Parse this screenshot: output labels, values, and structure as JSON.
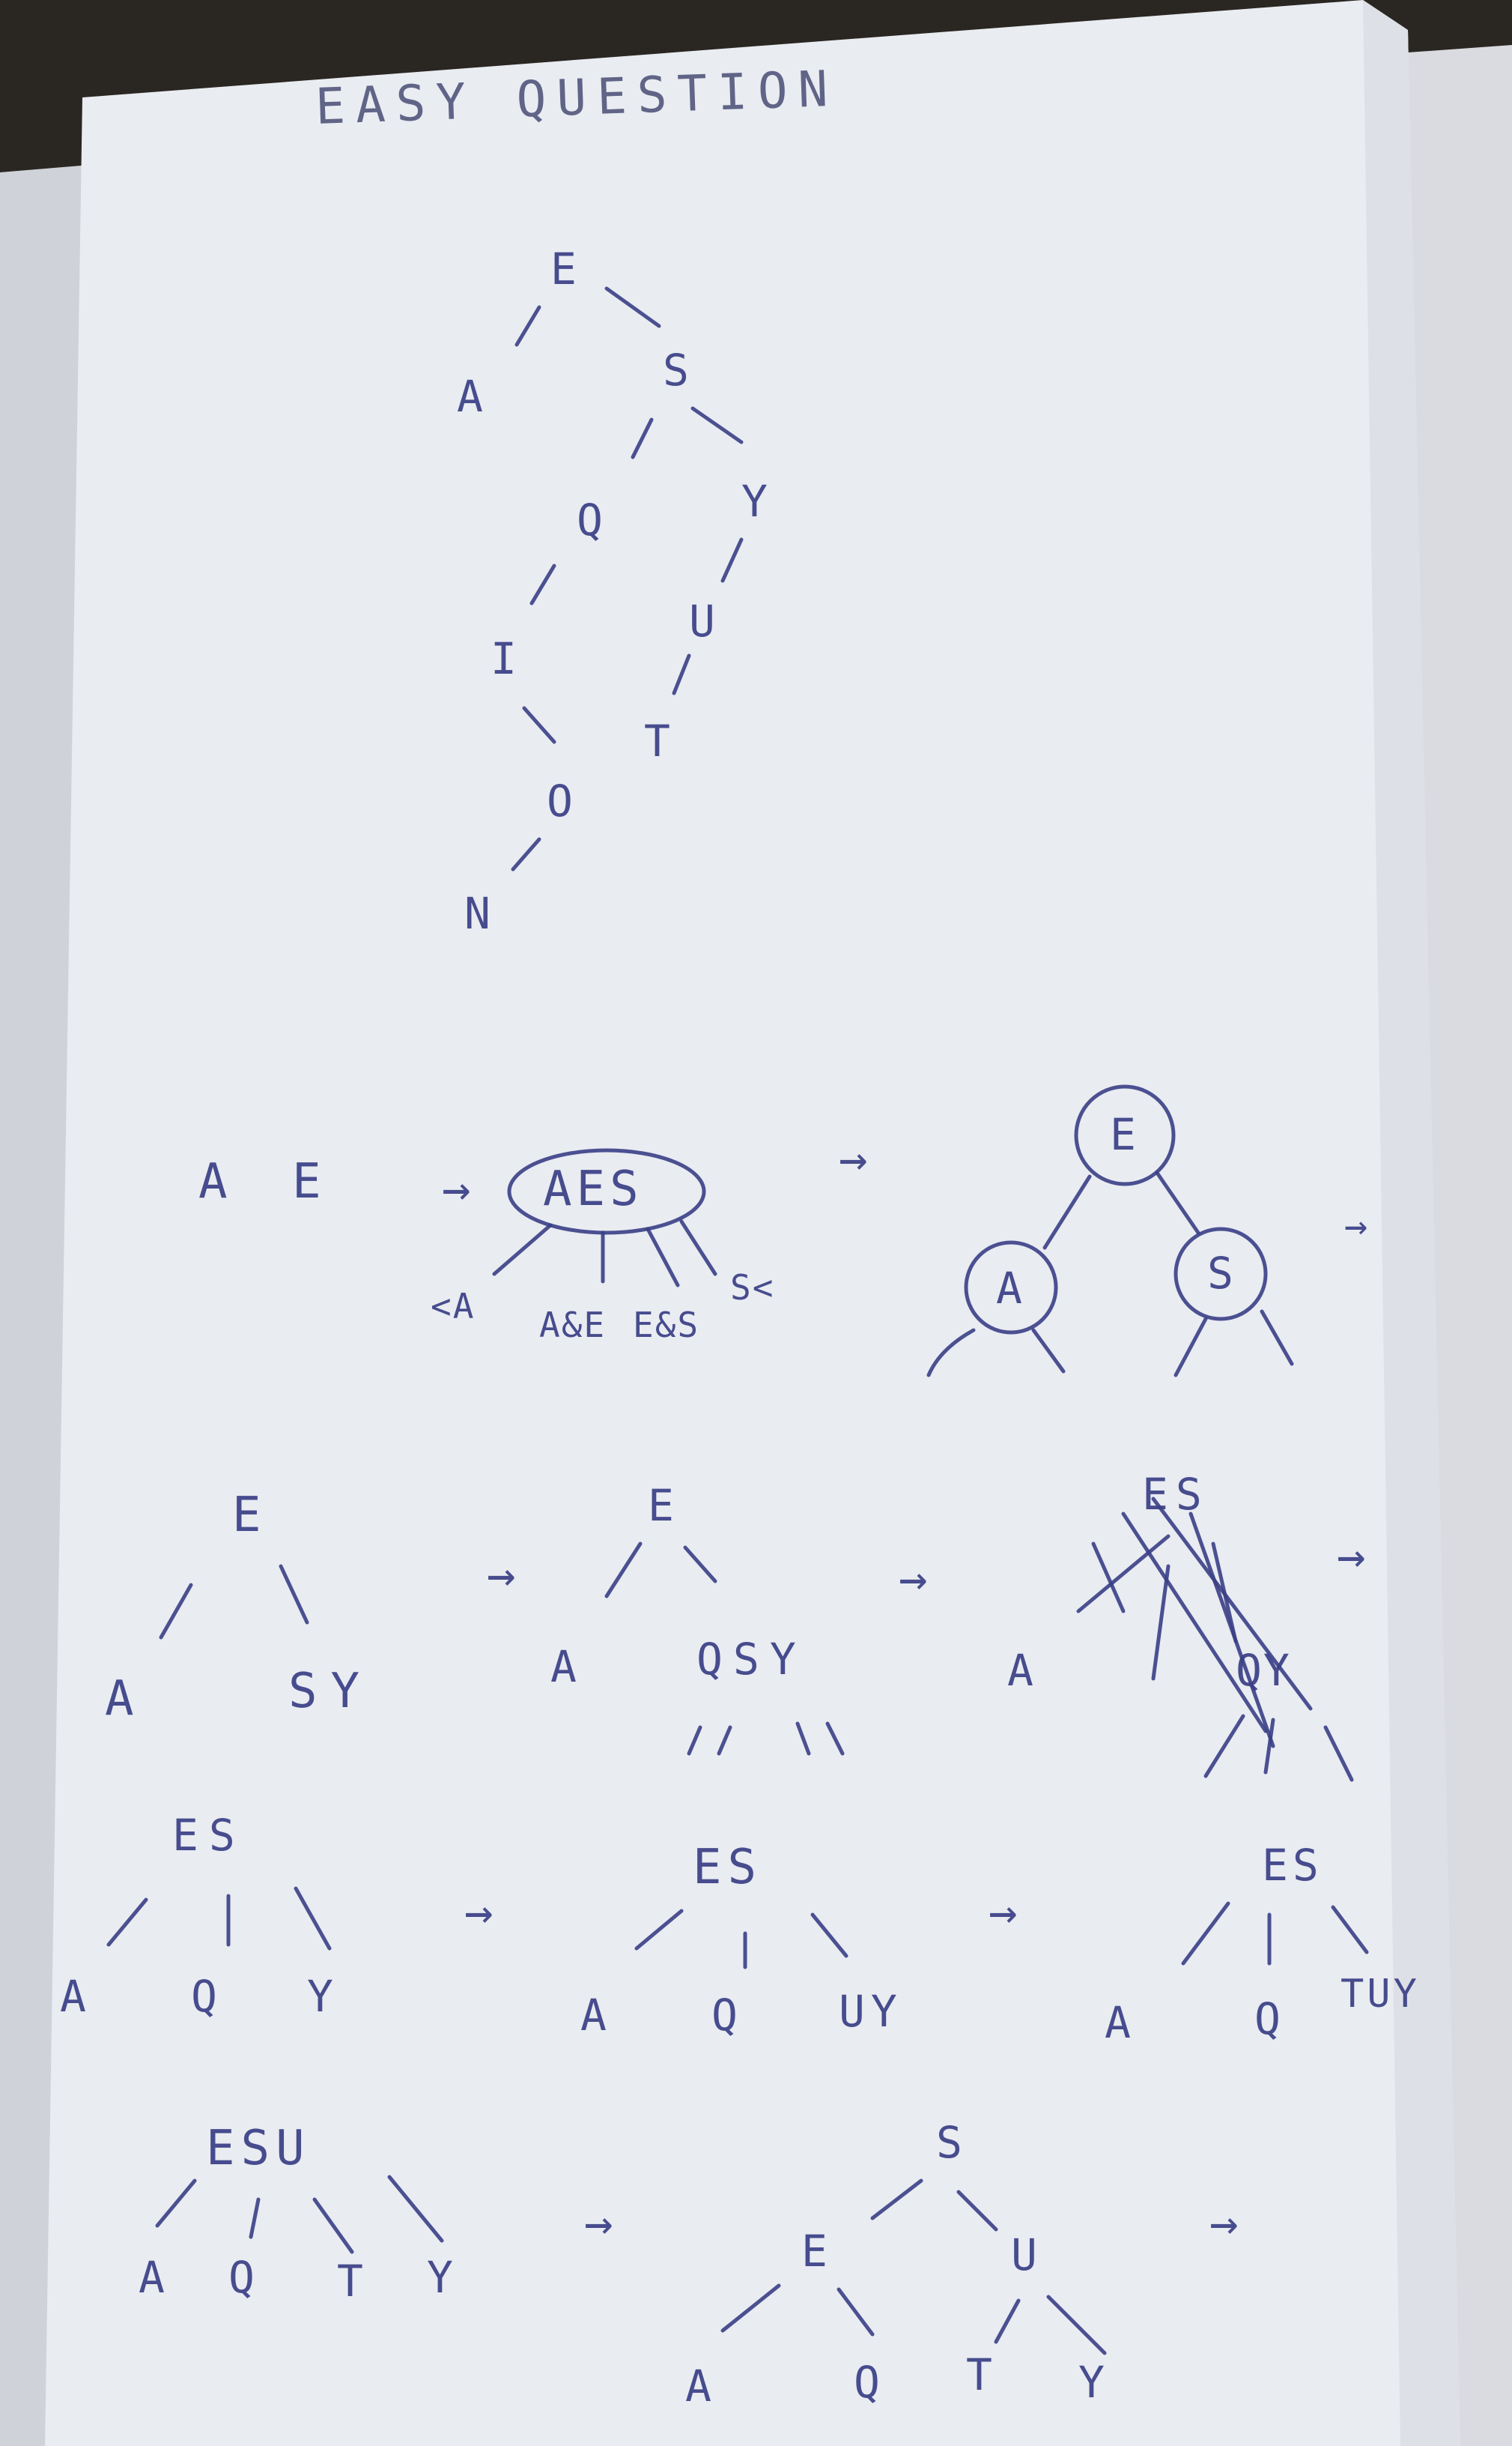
{
  "page_title": "EASY QUESTION",
  "tree1": {
    "root": "E",
    "nodes": [
      "A",
      "S",
      "Q",
      "Y",
      "I",
      "U",
      "O",
      "T",
      "N"
    ]
  },
  "btree_step1": {
    "input": "A E",
    "arrow": "→",
    "node": "AES",
    "branches": [
      "<A",
      "A&E",
      "E&S",
      "S<"
    ]
  },
  "btree_step2": {
    "arrow": "→",
    "root": "E",
    "left": "A",
    "right": "S",
    "arrow_after": "→"
  },
  "row3": {
    "tree_a": {
      "root": "E",
      "left": "A",
      "right": "SY"
    },
    "tree_b": {
      "root": "E",
      "left": "A",
      "right": "QSY"
    },
    "tree_c_crossed": {
      "root": "ES",
      "left": "A",
      "middle": "QY"
    },
    "arrows": [
      "→",
      "→",
      "→"
    ]
  },
  "row4": {
    "tree_a": {
      "root": "ES",
      "children": [
        "A",
        "Q",
        "Y"
      ]
    },
    "tree_b": {
      "root": "ES",
      "children": [
        "A",
        "Q",
        "UY"
      ]
    },
    "tree_c": {
      "root": "ES",
      "children": [
        "A",
        "Q",
        "TUY"
      ]
    },
    "arrows": [
      "→",
      "→"
    ]
  },
  "row5": {
    "tree_a": {
      "root": "ESU",
      "children": [
        "A",
        "Q",
        "T",
        "Y"
      ]
    },
    "tree_b": {
      "root": "S",
      "left": "E",
      "right": "U",
      "children": [
        "A",
        "Q",
        "T",
        "Y"
      ]
    },
    "arrows": [
      "→",
      "→"
    ]
  },
  "colors": {
    "ink": "#3a3f86",
    "paper": "#e9ecf1",
    "background": "#2a2622"
  }
}
